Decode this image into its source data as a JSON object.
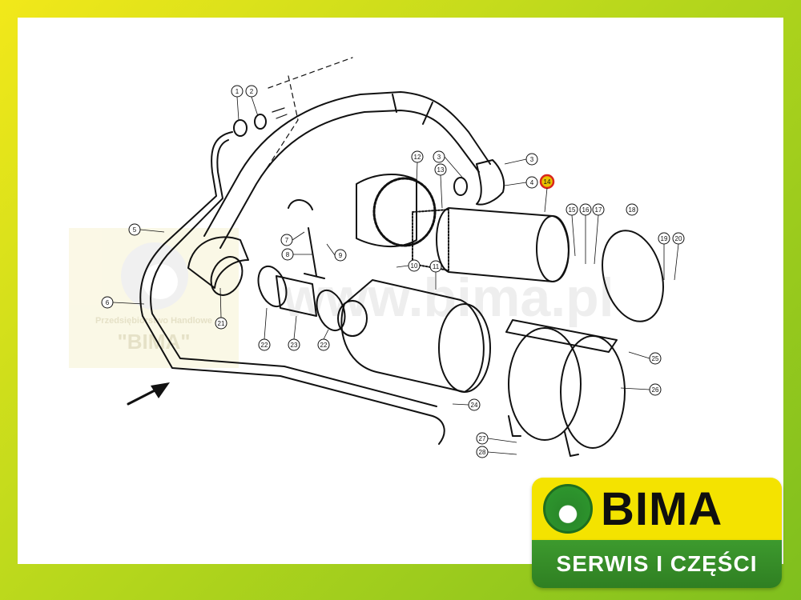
{
  "watermark": {
    "line1": "Przedsiębiorstwo Handlowe",
    "line2": "\"BIMA\"",
    "url": "www.bima.pl"
  },
  "callouts": [
    "1",
    "2",
    "3",
    "3",
    "4",
    "14",
    "5",
    "6",
    "7",
    "8",
    "9",
    "10",
    "11",
    "12",
    "13",
    "15",
    "16",
    "17",
    "18",
    "19",
    "20",
    "21",
    "22",
    "23",
    "22",
    "24",
    "25",
    "26",
    "27",
    "28"
  ],
  "highlighted_part": "14",
  "logo": {
    "brand": "BIMA",
    "tagline": "SERWIS I CZĘŚCI"
  },
  "colors": {
    "frame_gradient_start": "#f2e81a",
    "frame_gradient_end": "#7fbf1e",
    "logo_yellow": "#f4e300",
    "logo_green": "#2f7f22",
    "highlight_red": "#d9261c"
  }
}
